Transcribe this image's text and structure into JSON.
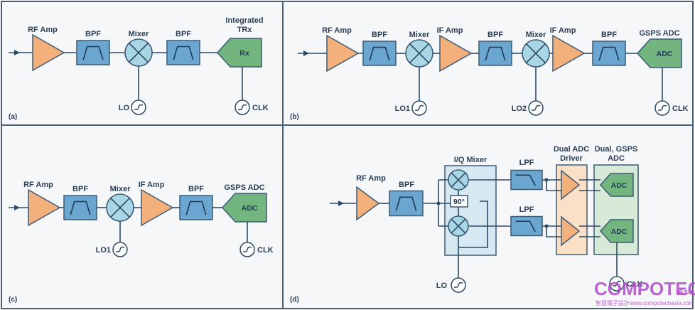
{
  "figure": {
    "panels": [
      {
        "tag": "(a)",
        "blocks": [
          {
            "type": "amp",
            "label": "RF Amp"
          },
          {
            "type": "bpf",
            "label": "BPF"
          },
          {
            "type": "mixer",
            "label": "Mixer"
          },
          {
            "type": "bpf",
            "label": "BPF"
          },
          {
            "type": "adc",
            "label_line1": "Integrated",
            "label_line2": "TRx",
            "inner": "Rx"
          }
        ],
        "oscillators": [
          {
            "label": "LO"
          },
          {
            "label": "CLK"
          }
        ]
      },
      {
        "tag": "(b)",
        "blocks": [
          {
            "type": "amp",
            "label": "RF Amp"
          },
          {
            "type": "bpf",
            "label": "BPF"
          },
          {
            "type": "mixer",
            "label": "Mixer"
          },
          {
            "type": "amp",
            "label": "IF Amp"
          },
          {
            "type": "bpf",
            "label": "BPF"
          },
          {
            "type": "mixer",
            "label": "Mixer"
          },
          {
            "type": "amp",
            "label": "IF Amp"
          },
          {
            "type": "bpf",
            "label": "BPF"
          },
          {
            "type": "adc",
            "label": "GSPS ADC",
            "inner": "ADC"
          }
        ],
        "oscillators": [
          {
            "label": "LO1"
          },
          {
            "label": "LO2"
          },
          {
            "label": "CLK"
          }
        ]
      },
      {
        "tag": "(c)",
        "blocks": [
          {
            "type": "amp",
            "label": "RF Amp"
          },
          {
            "type": "bpf",
            "label": "BPF"
          },
          {
            "type": "mixer",
            "label": "Mixer"
          },
          {
            "type": "amp",
            "label": "IF Amp"
          },
          {
            "type": "bpf",
            "label": "BPF"
          },
          {
            "type": "adc",
            "label": "GSPS ADC",
            "inner": "ADC"
          }
        ],
        "oscillators": [
          {
            "label": "LO1"
          },
          {
            "label": "CLK"
          }
        ]
      },
      {
        "tag": "(d)",
        "rf_amp": "RF Amp",
        "bpf": "BPF",
        "iq_mixer": "I/Q Mixer",
        "phase_shift": "90°",
        "lpf_top": "LPF",
        "lpf_bottom": "LPF",
        "driver_line1": "Dual ADC",
        "driver_line2": "Driver",
        "adc_group_line1": "Dual, GSPS",
        "adc_group_line2": "ADC",
        "adc_top": "ADC",
        "adc_bottom": "ADC",
        "oscillators": [
          {
            "label": "LO"
          },
          {
            "label": "CLK"
          }
        ]
      }
    ]
  },
  "watermark": {
    "brand": "COMPOTECH",
    "region": "Asia",
    "tagline": "智慧電子設計www.compotechasia.com"
  },
  "colors": {
    "amplifier": "#f4b07a",
    "filter": "#6aa6cf",
    "mixer": "#a9d6e5",
    "adc": "#73b57e",
    "wire": "#2c4a66",
    "watermark": "#b24bc9"
  }
}
